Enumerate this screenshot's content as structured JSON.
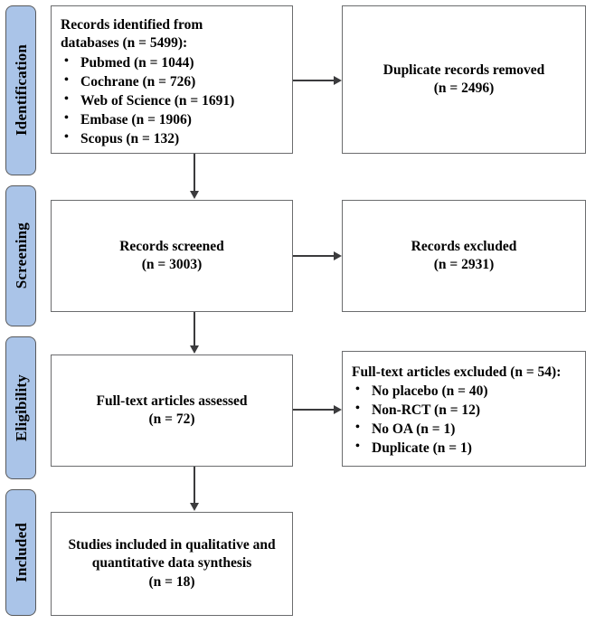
{
  "diagram": {
    "type": "prisma-flow-diagram",
    "stages": [
      {
        "id": "identification",
        "label": "Identification"
      },
      {
        "id": "screening",
        "label": "Screening"
      },
      {
        "id": "eligibility",
        "label": "Eligibility"
      },
      {
        "id": "included",
        "label": "Included"
      }
    ],
    "boxes": {
      "identified": {
        "title": "Records identified from databases (n = 5499):",
        "title_line1": "Records identified from",
        "title_line2": "databases (n = 5499):",
        "items": [
          "Pubmed (n = 1044)",
          "Cochrane (n = 726)",
          "Web of Science (n = 1691)",
          "Embase (n = 1906)",
          "Scopus (n = 132)"
        ]
      },
      "duplicates_removed": {
        "line1": "Duplicate records removed",
        "line2": "(n = 2496)"
      },
      "records_screened": {
        "line1": "Records screened",
        "line2": "(n = 3003)"
      },
      "records_excluded": {
        "line1": "Records excluded",
        "line2": "(n = 2931)"
      },
      "fulltext_assessed": {
        "line1": "Full-text articles assessed",
        "line2": "(n = 72)"
      },
      "fulltext_excluded": {
        "title": "Full-text articles excluded (n = 54):",
        "items": [
          "No placebo (n = 40)",
          "Non-RCT (n = 12)",
          "No OA (n = 1)",
          "Duplicate (n = 1)"
        ]
      },
      "studies_included": {
        "line1": "Studies included in qualitative and",
        "line2": "quantitative data synthesis",
        "line3": "(n = 18)"
      }
    },
    "counts": {
      "total_identified": 5499,
      "pubmed": 1044,
      "cochrane": 726,
      "web_of_science": 1691,
      "embase": 1906,
      "scopus": 132,
      "duplicates_removed": 2496,
      "records_screened": 3003,
      "records_excluded": 2931,
      "fulltext_assessed": 72,
      "fulltext_excluded": 54,
      "excluded_no_placebo": 40,
      "excluded_non_rct": 12,
      "excluded_no_oa": 1,
      "excluded_duplicate": 1,
      "studies_included": 18
    },
    "colors": {
      "stage_tab_fill": "#aac4e8",
      "stage_tab_border": "#58595b",
      "box_border": "#6b6c6e",
      "connector": "#3b3b3d",
      "background": "#ffffff",
      "text": "#000000"
    }
  }
}
